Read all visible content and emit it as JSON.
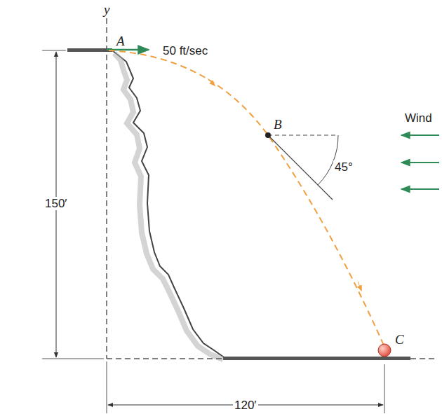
{
  "diagram": {
    "labels": [
      "y",
      "A",
      "50 ft/sec",
      "Wind",
      "B",
      "45°",
      "150′",
      "C",
      "120′"
    ]
  }
}
